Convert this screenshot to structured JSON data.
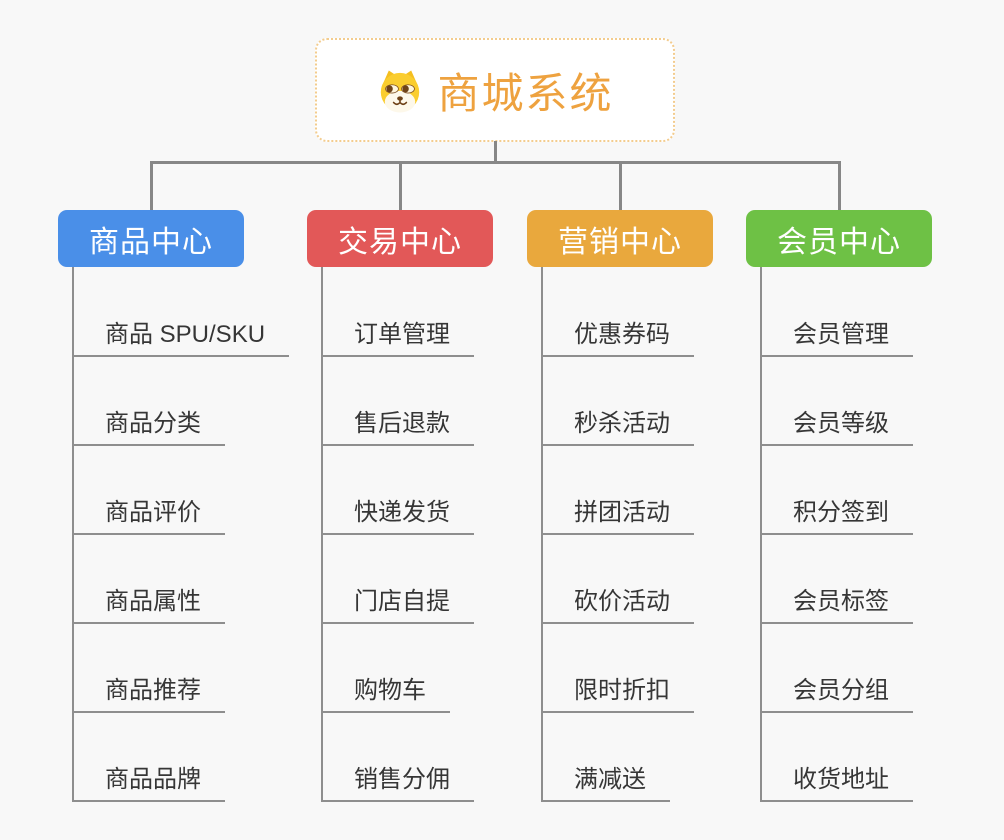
{
  "diagram": {
    "root": {
      "label": "商城系统",
      "icon": "shiba-dog-icon"
    },
    "branches": [
      {
        "label": "商品中心",
        "color": "#4a8fe8",
        "children": [
          "商品 SPU/SKU",
          "商品分类",
          "商品评价",
          "商品属性",
          "商品推荐",
          "商品品牌"
        ]
      },
      {
        "label": "交易中心",
        "color": "#e25858",
        "children": [
          "订单管理",
          "售后退款",
          "快递发货",
          "门店自提",
          "购物车",
          "销售分佣"
        ]
      },
      {
        "label": "营销中心",
        "color": "#e9a83d",
        "children": [
          "优惠券码",
          "秒杀活动",
          "拼团活动",
          "砍价活动",
          "限时折扣",
          "满减送"
        ]
      },
      {
        "label": "会员中心",
        "color": "#6ec145",
        "children": [
          "会员管理",
          "会员等级",
          "积分签到",
          "会员标签",
          "会员分组",
          "收货地址"
        ]
      }
    ],
    "colors": {
      "background": "#f8f8f8",
      "connector_line": "#878787",
      "child_underline": "#8e8e8e",
      "root_text": "#eea23f",
      "root_border": "#f3cc8e",
      "child_text": "#363636",
      "header_text": "#ffffff"
    }
  }
}
